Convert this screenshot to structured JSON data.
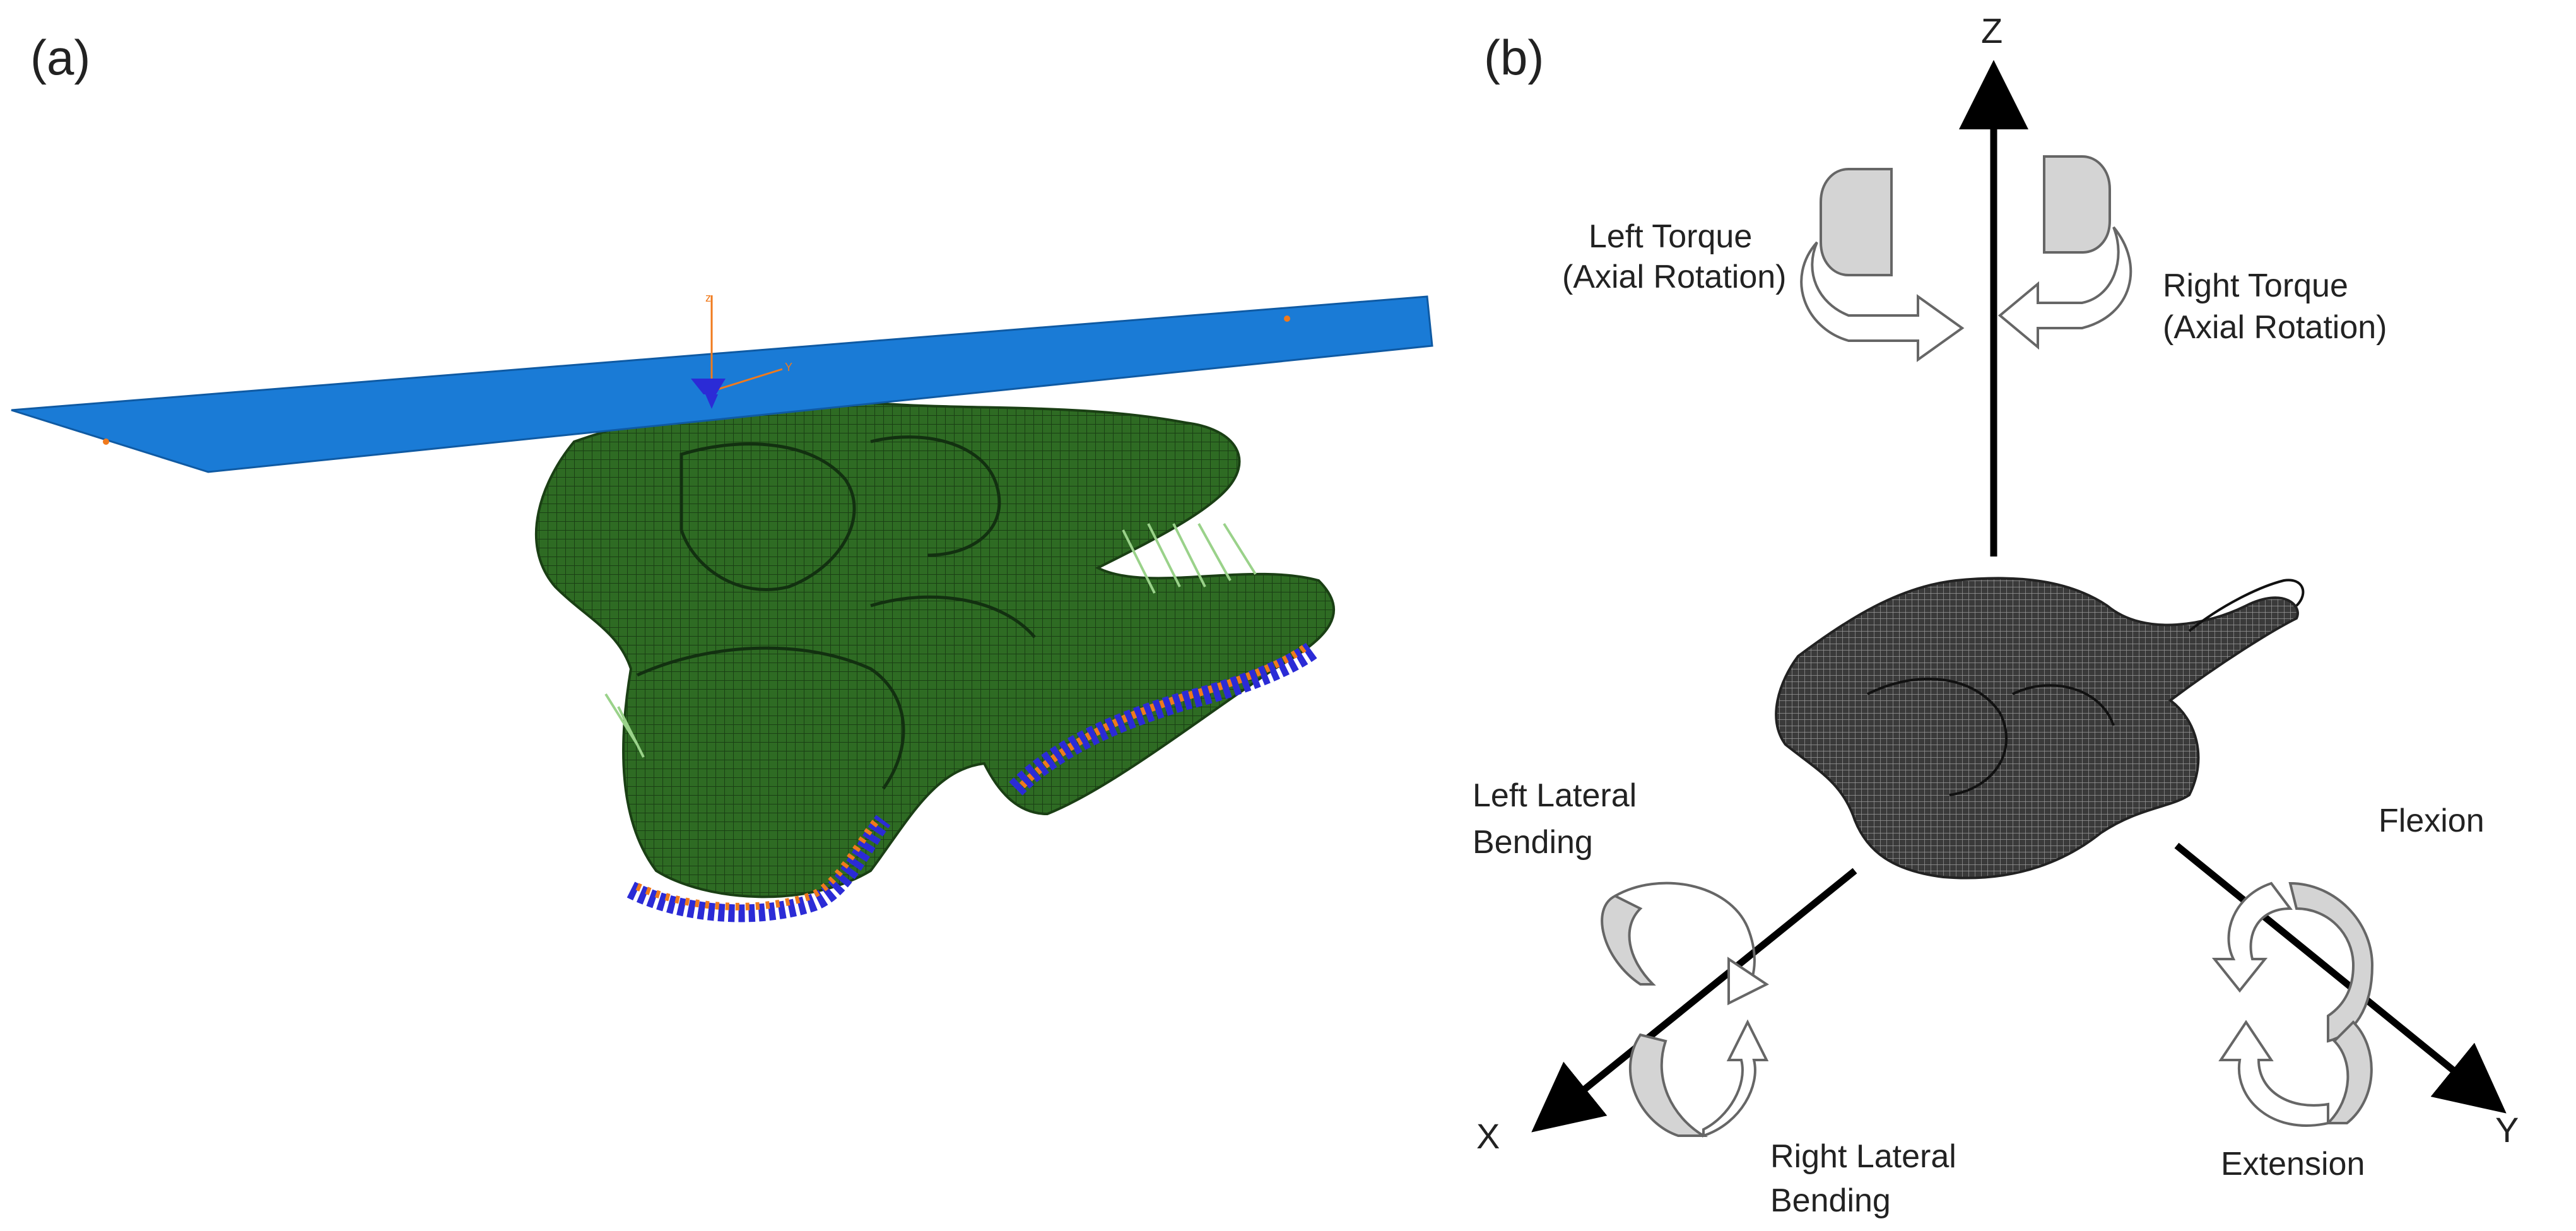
{
  "panels": [
    {
      "label": "(a)",
      "plate_color": "#1a7bd6",
      "bone_color": "#2e6b23",
      "constraint_colors": [
        "#2b2bd6",
        "#f07a1c"
      ]
    },
    {
      "label": "(b)",
      "axes": {
        "x": "X",
        "y": "Y",
        "z": "Z"
      },
      "annotations": {
        "left_torque": [
          "Left Torque",
          "(Axial Rotation)"
        ],
        "right_torque": [
          "Right Torque",
          "(Axial Rotation)"
        ],
        "left_lateral_bending": [
          "Left Lateral",
          "Bending"
        ],
        "right_lateral_bending": [
          "Right Lateral",
          "Bending"
        ],
        "flexion": "Flexion",
        "extension": "Extension"
      },
      "arrow_fill": "#d4d4d4"
    }
  ]
}
